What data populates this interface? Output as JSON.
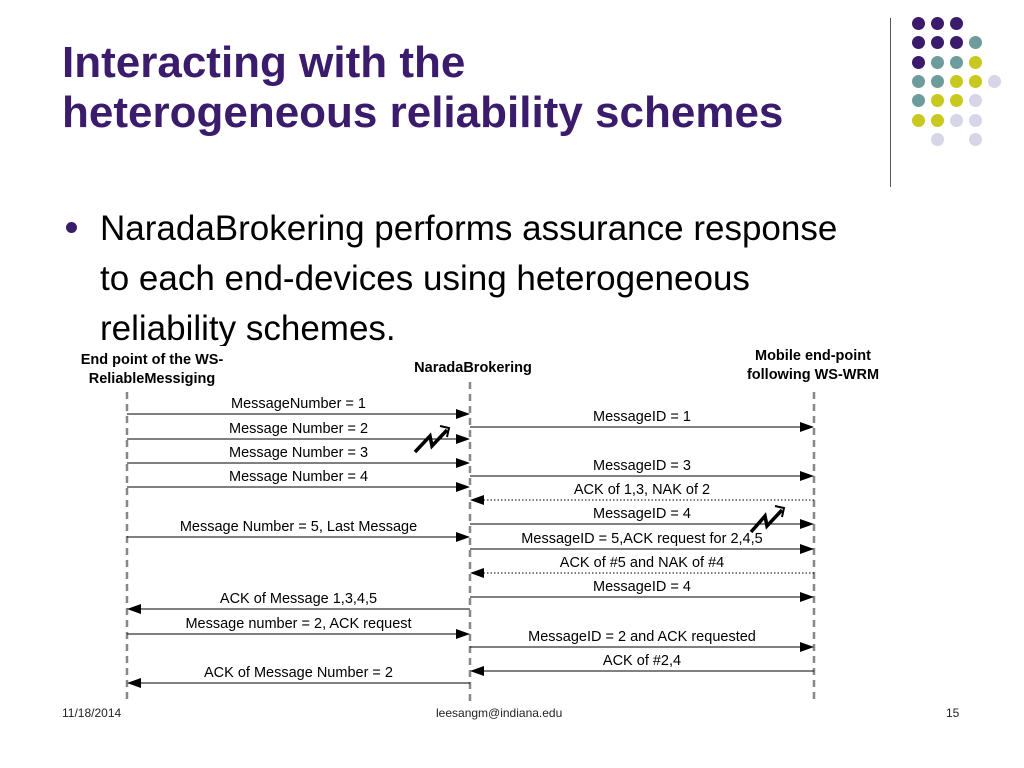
{
  "slide": {
    "title_lines": [
      "Interacting with the",
      "heterogeneous reliability schemes"
    ],
    "bullet": "NaradaBrokering performs assurance response to each end-devices using heterogeneous reliability schemes.",
    "accent_color": "#3b1b6b"
  },
  "decoration": {
    "dot_colors": {
      "purple": "#3b1b6b",
      "teal": "#6e9c9c",
      "yellow": "#c8c81e",
      "lavender": "#d6d6e8"
    }
  },
  "diagram": {
    "participants": {
      "left": "End point of the WS-ReliableMessiging",
      "middle": "NaradaBrokering",
      "right": "Mobile end-point following WS-WRM"
    },
    "messages": [
      {
        "text": "MessageNumber = 1",
        "from": "left",
        "to": "middle",
        "style": "solid"
      },
      {
        "text": "Message Number  = 2",
        "from": "left",
        "to": "middle",
        "style": "solid",
        "lost": true
      },
      {
        "text": "Message Number = 3",
        "from": "left",
        "to": "middle",
        "style": "solid"
      },
      {
        "text": "Message Number = 4",
        "from": "left",
        "to": "middle",
        "style": "solid"
      },
      {
        "text": "Message Number = 5, Last Message",
        "from": "left",
        "to": "middle",
        "style": "solid"
      },
      {
        "text": "ACK of Message 1,3,4,5",
        "from": "middle",
        "to": "left",
        "style": "solid"
      },
      {
        "text": "Message number = 2, ACK request",
        "from": "left",
        "to": "middle",
        "style": "solid"
      },
      {
        "text": "ACK of Message Number = 2",
        "from": "middle",
        "to": "left",
        "style": "solid"
      },
      {
        "text": "MessageID = 1",
        "from": "middle",
        "to": "right",
        "style": "solid"
      },
      {
        "text": "MessageID = 3",
        "from": "middle",
        "to": "right",
        "style": "solid"
      },
      {
        "text": "ACK of 1,3, NAK of 2",
        "from": "right",
        "to": "middle",
        "style": "dotted"
      },
      {
        "text": "MessageID = 4",
        "from": "middle",
        "to": "right",
        "style": "solid",
        "lost": true
      },
      {
        "text": "MessageID =  5,ACK request for 2,4,5",
        "from": "middle",
        "to": "right",
        "style": "solid"
      },
      {
        "text": "ACK of #5 and NAK of #4",
        "from": "right",
        "to": "middle",
        "style": "dotted"
      },
      {
        "text": "MessageID = 4",
        "from": "middle",
        "to": "right",
        "style": "solid"
      },
      {
        "text": "MessageID = 2 and ACK requested",
        "from": "middle",
        "to": "right",
        "style": "solid"
      },
      {
        "text": "ACK of #2,4",
        "from": "right",
        "to": "middle",
        "style": "solid"
      }
    ]
  },
  "footer": {
    "date": "11/18/2014",
    "email": "leesangm@indiana.edu",
    "page": "15"
  }
}
